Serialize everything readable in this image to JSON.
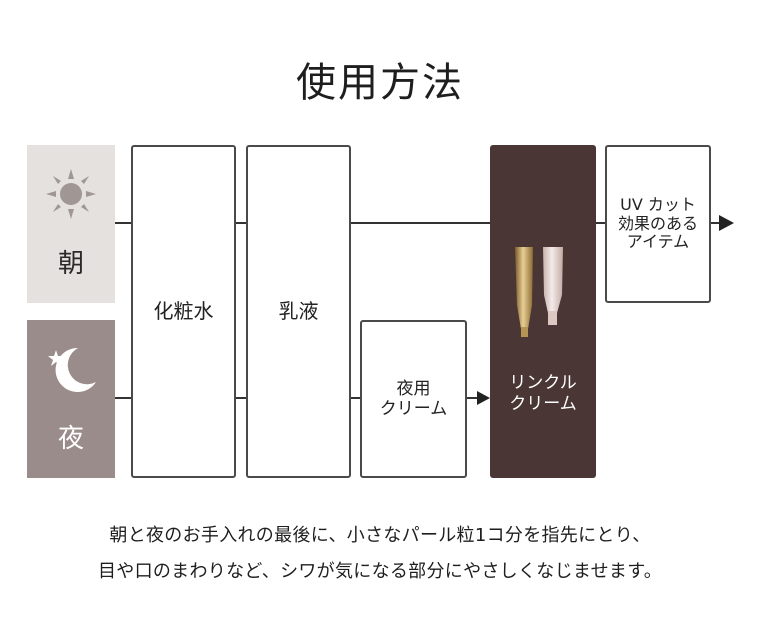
{
  "title": "使用方法",
  "morning": {
    "label": "朝",
    "icon": "sun-icon"
  },
  "night": {
    "label": "夜",
    "icon": "moon-star-icon"
  },
  "steps": {
    "toner": "化粧水",
    "emulsion": "乳液",
    "night_cream": "夜用\nクリーム",
    "wrinkle_cream": "リンクル\nクリーム",
    "uv": "UV カット\n効果のある\nアイテム"
  },
  "caption": {
    "line1": "朝と夜のお手入れの最後に、小さなパール粒1コ分を指先にとり、",
    "line2": "目や口のまわりなど、シワが気になる部分にやさしくなじませます。"
  },
  "colors": {
    "morning_bg": "#e5e1df",
    "night_bg": "#9a8c8a",
    "accent_dark": "#4a3735",
    "line": "#333333"
  }
}
